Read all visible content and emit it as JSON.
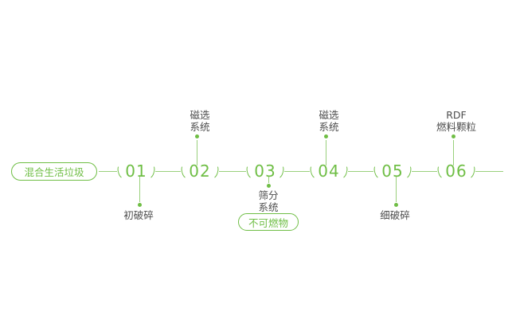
{
  "colors": {
    "green": "#6fbe45",
    "line_green": "#9ad07c",
    "label_text": "#4d4d4d"
  },
  "source": {
    "label": "混合生活垃圾"
  },
  "steps": [
    {
      "number": "01",
      "position": "below",
      "label_lines": [
        "初破碎"
      ]
    },
    {
      "number": "02",
      "position": "above",
      "label_lines": [
        "磁选",
        "系统"
      ]
    },
    {
      "number": "03",
      "position": "below",
      "label_lines": [
        "筛分",
        "系统"
      ],
      "output_label": "不可燃物"
    },
    {
      "number": "04",
      "position": "above",
      "label_lines": [
        "磁选",
        "系统"
      ]
    },
    {
      "number": "05",
      "position": "below",
      "label_lines": [
        "细破碎"
      ]
    },
    {
      "number": "06",
      "position": "above",
      "label_lines": [
        "RDF",
        "燃料颗粒"
      ]
    }
  ]
}
